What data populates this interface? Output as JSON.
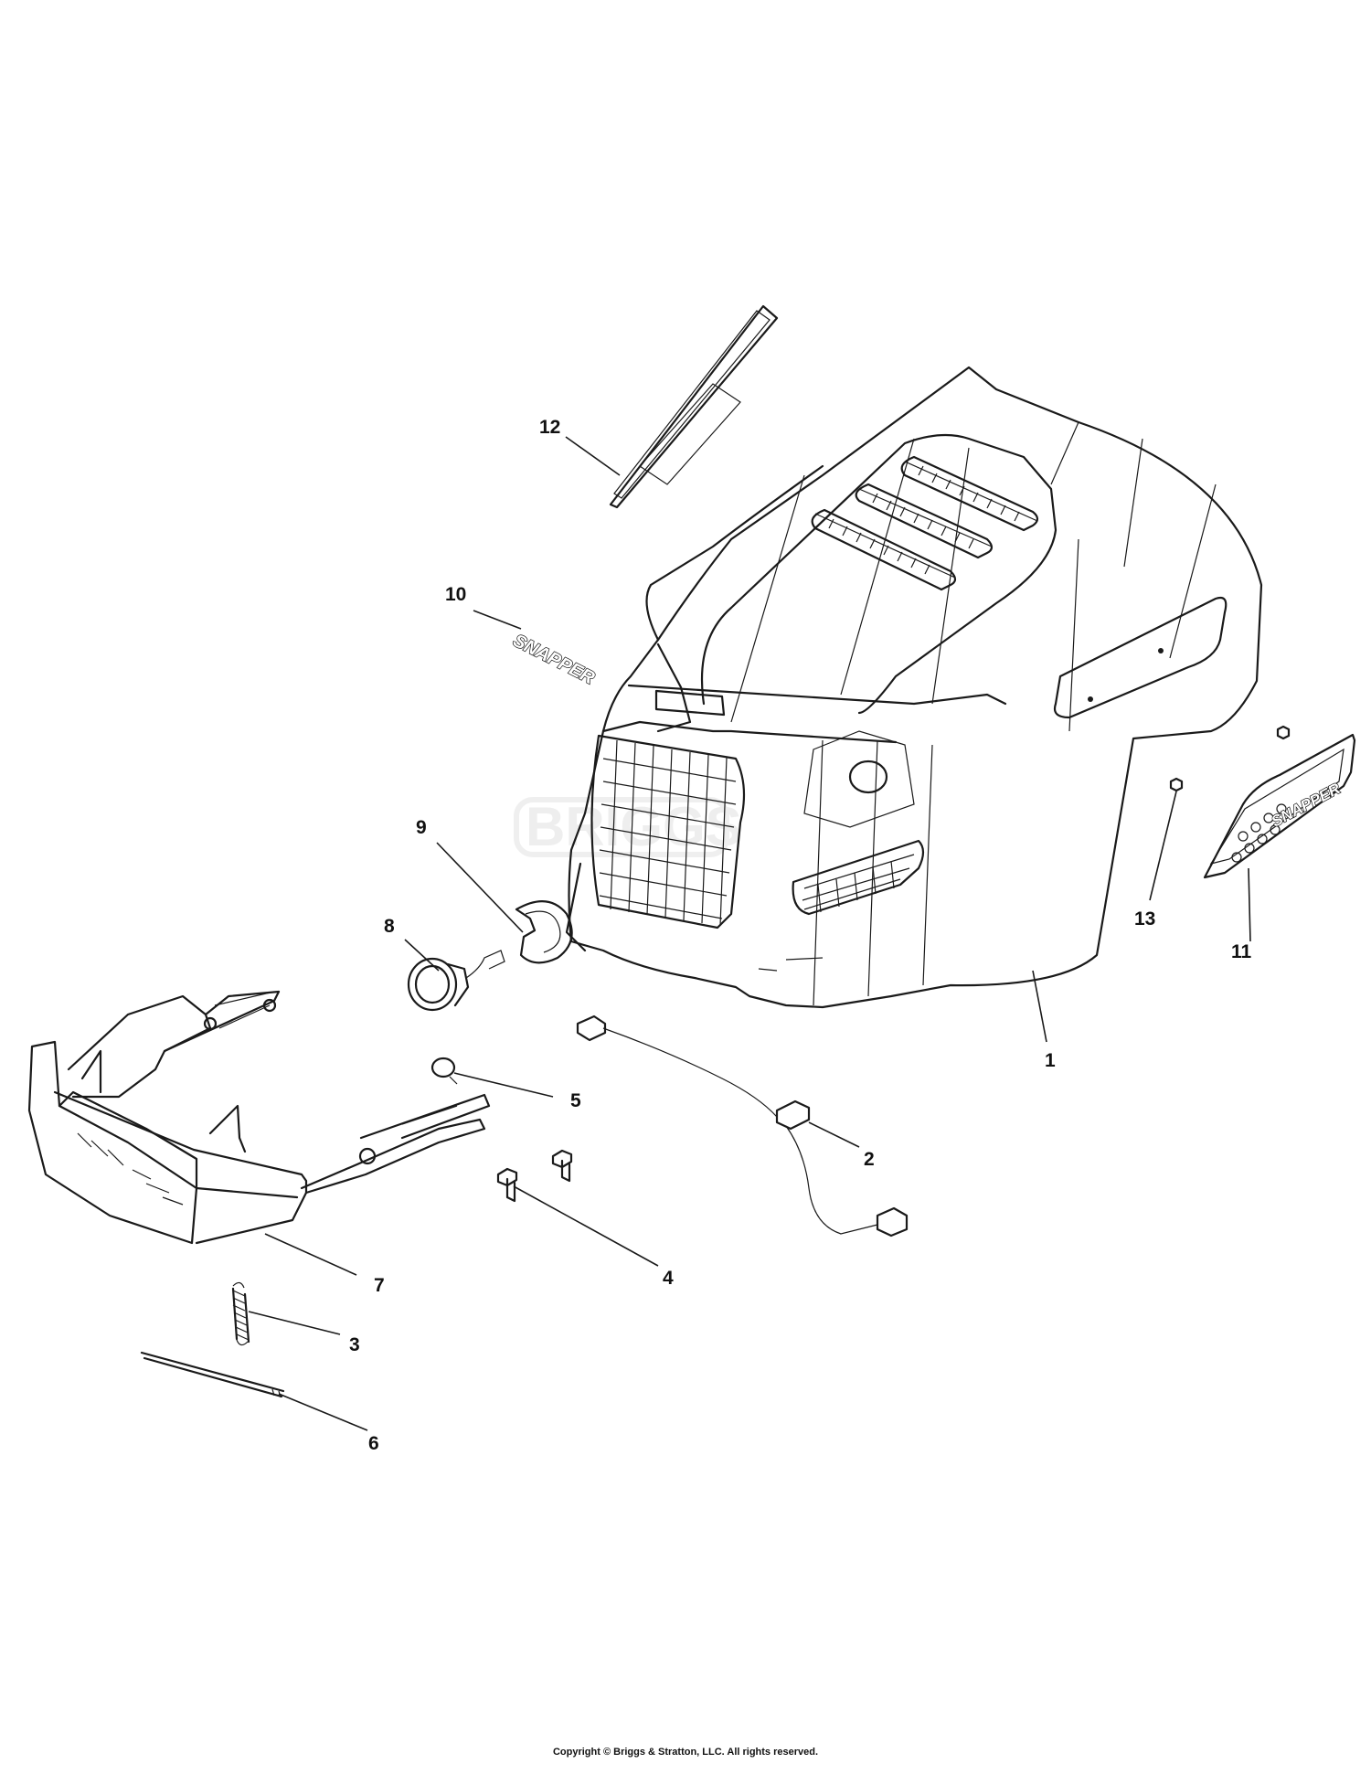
{
  "diagram": {
    "callouts": [
      "1",
      "2",
      "3",
      "4",
      "5",
      "6",
      "7",
      "8",
      "9",
      "10",
      "11",
      "12",
      "13"
    ],
    "decal_text": "SNAPPER",
    "watermark": "BRIGGS",
    "copyright": "Copyright © Briggs & Stratton, LLC. All rights reserved."
  },
  "colors": {
    "line": "#1a1a1a",
    "background": "#ffffff",
    "watermark": "#eeeeee"
  }
}
